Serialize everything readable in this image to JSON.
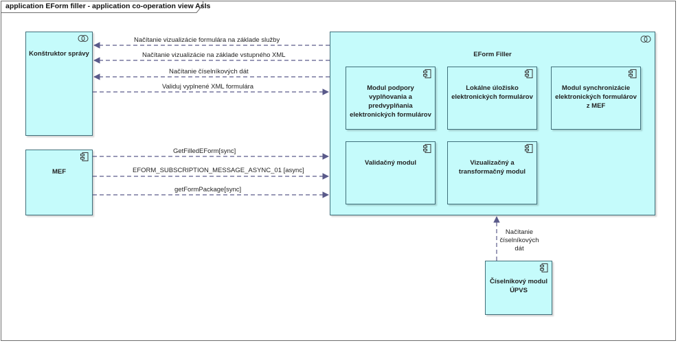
{
  "diagram": {
    "title": "application EForm filler - application co-operation view AsIs"
  },
  "nodes": {
    "konstruktor": {
      "label": "Konštruktor správy"
    },
    "mef": {
      "label": "MEF"
    },
    "eform_filler": {
      "label": "EForm Filler"
    },
    "modul_podpory": {
      "label": "Modul podpory vyplňovania a predvyplňania elektronických formulárov"
    },
    "lokalne_ulozisko": {
      "label": "Lokálne úložisko elektronických formulárov"
    },
    "modul_sync": {
      "label": "Modul synchronizácie elektronických formulárov z MEF"
    },
    "validacny": {
      "label": "Validačný modul"
    },
    "vizualizacny": {
      "label": "Vizualizačný a transformačný modul"
    },
    "ciselnikovy": {
      "label": "Číselníkový modul ÚPVS"
    }
  },
  "edges": {
    "e1": "Načítanie vizualizácie formulára na základe služby",
    "e2": "Načítanie vizualizácie na základe vstupného XML",
    "e3": "Načítanie číselníkových dát",
    "e4": "Validuj vyplnené XML formulára",
    "e5": "GetFilledEForm[sync]",
    "e6": "EFORM_SUBSCRIPTION_MESSAGE_ASYNC_01 [async]",
    "e7": "getFormPackage[sync]",
    "e8": "Načítanie číselníkových dát"
  },
  "colors": {
    "node_fill": "#c5fbfb",
    "node_border": "#3f6f7a",
    "edge": "#5a5a8a"
  }
}
